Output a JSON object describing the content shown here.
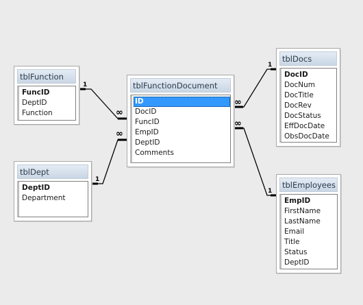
{
  "tables": {
    "function": {
      "title": "tblFunction",
      "fields": [
        {
          "name": "FuncID",
          "pk": true
        },
        {
          "name": "DeptID"
        },
        {
          "name": "Function"
        }
      ]
    },
    "dept": {
      "title": "tblDept",
      "fields": [
        {
          "name": "DeptID",
          "pk": true
        },
        {
          "name": "Department"
        }
      ]
    },
    "function_document": {
      "title": "tblFunctionDocument",
      "fields": [
        {
          "name": "ID",
          "pk": true,
          "selected": true
        },
        {
          "name": "DocID"
        },
        {
          "name": "FuncID"
        },
        {
          "name": "EmpID"
        },
        {
          "name": "DeptID"
        },
        {
          "name": "Comments"
        }
      ]
    },
    "docs": {
      "title": "tblDocs",
      "fields": [
        {
          "name": "DocID",
          "pk": true
        },
        {
          "name": "DocNum"
        },
        {
          "name": "DocTitle"
        },
        {
          "name": "DocRev"
        },
        {
          "name": "DocStatus"
        },
        {
          "name": "EffDocDate"
        },
        {
          "name": "ObsDocDate"
        }
      ]
    },
    "employees": {
      "title": "tblEmployees",
      "fields": [
        {
          "name": "EmpID",
          "pk": true
        },
        {
          "name": "FirstName"
        },
        {
          "name": "LastName"
        },
        {
          "name": "Email"
        },
        {
          "name": "Title"
        },
        {
          "name": "Status"
        },
        {
          "name": "DeptID"
        }
      ]
    }
  },
  "relationships": [
    {
      "from": "tblFunction.FuncID",
      "to": "tblFunctionDocument.FuncID",
      "one_label": "1",
      "many_label": "∞"
    },
    {
      "from": "tblDept.DeptID",
      "to": "tblFunctionDocument.DeptID",
      "one_label": "1",
      "many_label": "∞"
    },
    {
      "from": "tblDocs.DocID",
      "to": "tblFunctionDocument.DocID",
      "one_label": "1",
      "many_label": "∞"
    },
    {
      "from": "tblEmployees.EmpID",
      "to": "tblFunctionDocument.EmpID",
      "one_label": "1",
      "many_label": "∞"
    }
  ],
  "colors": {
    "background": "#ebebeb",
    "title_bar": "#c9d6e4",
    "selection": "#3399ff",
    "line": "#000000"
  }
}
